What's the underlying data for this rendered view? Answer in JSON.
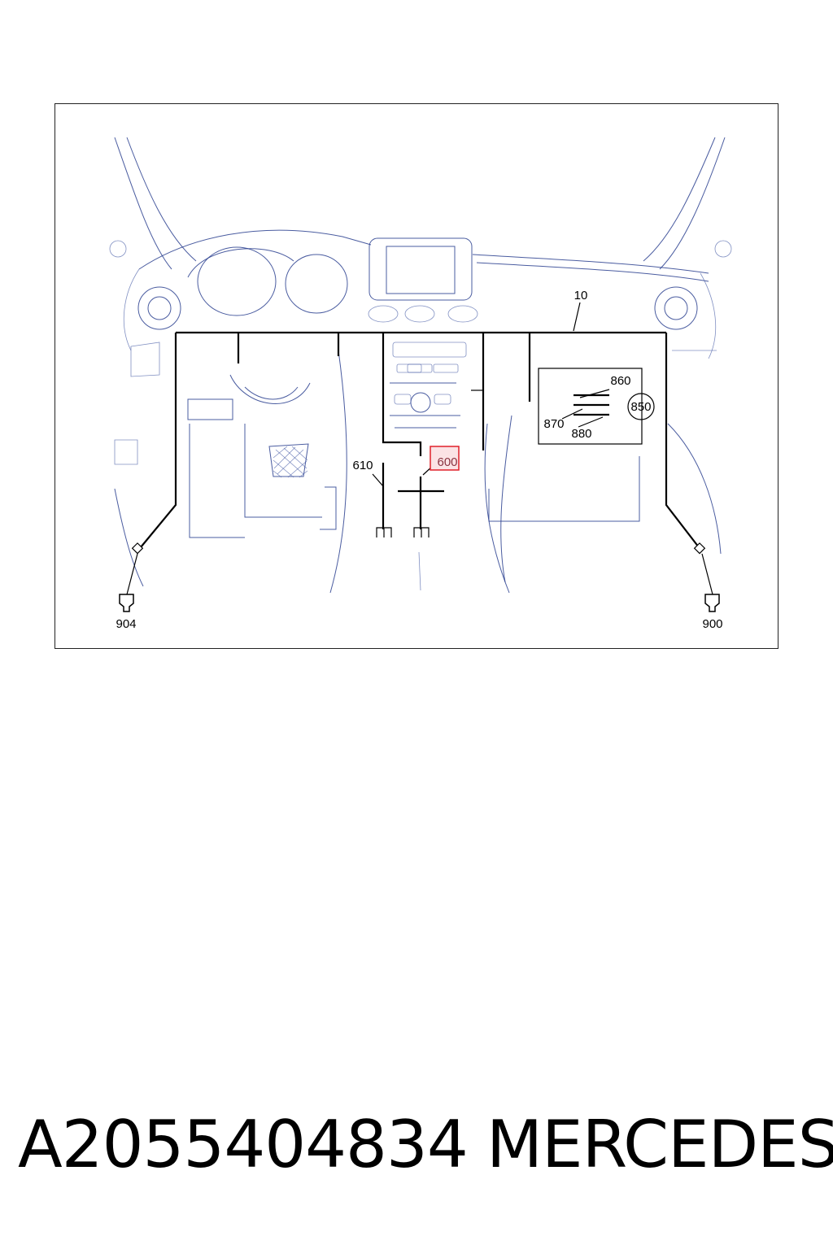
{
  "diagram": {
    "callouts": {
      "harness": "10",
      "connector_610": "610",
      "connector_600": "600",
      "part_860": "860",
      "part_870": "870",
      "part_880": "880",
      "part_850": "850",
      "ground_904": "904",
      "ground_900": "900"
    },
    "highlighted_callout": "600",
    "colors": {
      "sketch_lines": "#2a3f8f",
      "wiring": "#000000",
      "highlight_border": "#e0202a",
      "highlight_fill": "#fbe3e5"
    }
  },
  "footer": {
    "part_number": "A2055404834",
    "brand": "MERCEDES"
  }
}
